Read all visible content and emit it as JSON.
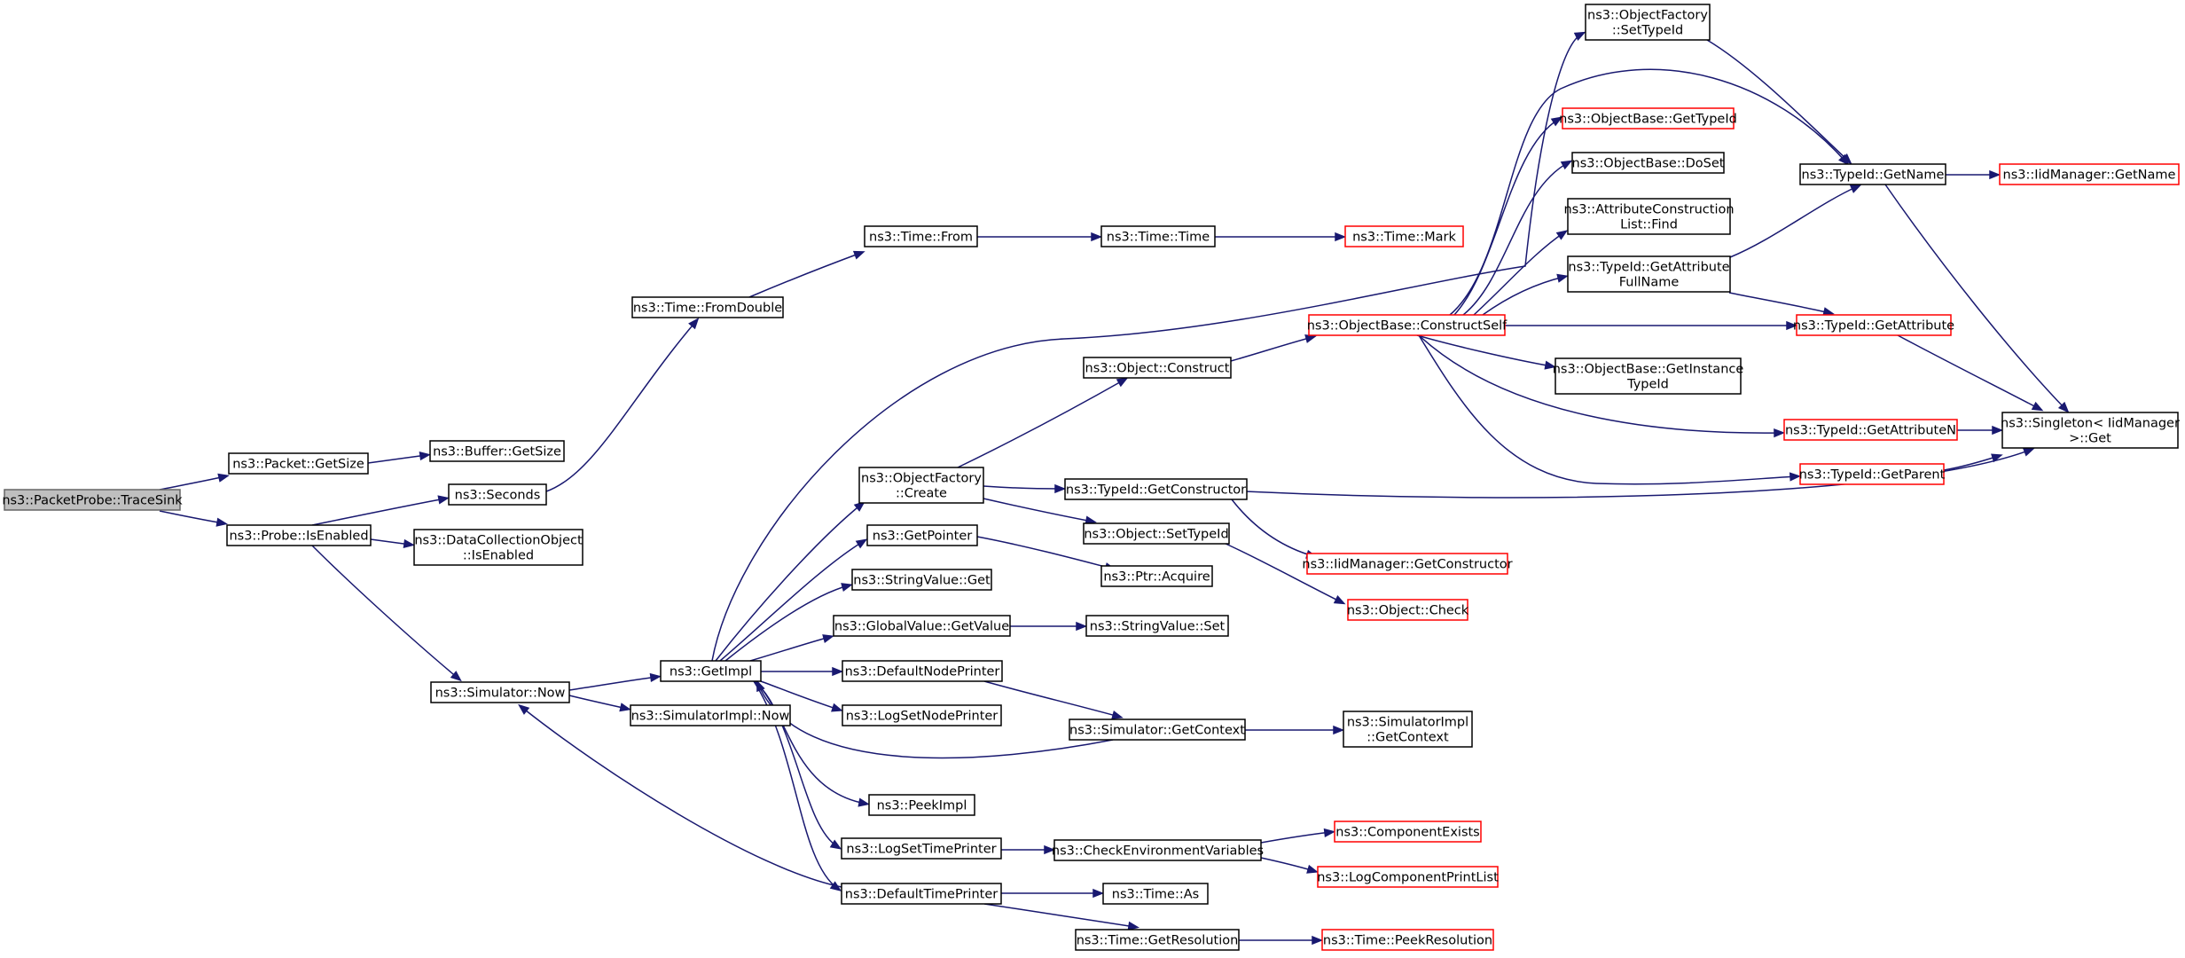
{
  "graph": {
    "nodes": [
      {
        "id": "n0",
        "lines": [
          "ns3::PacketProbe::TraceSink"
        ],
        "style": "root"
      },
      {
        "id": "n1",
        "lines": [
          "ns3::Packet::GetSize"
        ],
        "style": "normal"
      },
      {
        "id": "n2",
        "lines": [
          "ns3::Buffer::GetSize"
        ],
        "style": "normal"
      },
      {
        "id": "n3",
        "lines": [
          "ns3::Probe::IsEnabled"
        ],
        "style": "normal"
      },
      {
        "id": "n4",
        "lines": [
          "ns3::Seconds"
        ],
        "style": "normal"
      },
      {
        "id": "n5",
        "lines": [
          "ns3::DataCollectionObject",
          "::IsEnabled"
        ],
        "style": "normal"
      },
      {
        "id": "n6",
        "lines": [
          "ns3::Simulator::Now"
        ],
        "style": "normal"
      },
      {
        "id": "n7",
        "lines": [
          "ns3::Time::FromDouble"
        ],
        "style": "normal"
      },
      {
        "id": "n8",
        "lines": [
          "ns3::Time::From"
        ],
        "style": "normal"
      },
      {
        "id": "n9",
        "lines": [
          "ns3::Time::Time"
        ],
        "style": "normal"
      },
      {
        "id": "n10",
        "lines": [
          "ns3::Time::Mark"
        ],
        "style": "red"
      },
      {
        "id": "n11",
        "lines": [
          "ns3::GetImpl"
        ],
        "style": "normal"
      },
      {
        "id": "n12",
        "lines": [
          "ns3::SimulatorImpl::Now"
        ],
        "style": "normal"
      },
      {
        "id": "n13",
        "lines": [
          "ns3::ObjectFactory",
          "::Create"
        ],
        "style": "normal"
      },
      {
        "id": "n14",
        "lines": [
          "ns3::GetPointer"
        ],
        "style": "normal"
      },
      {
        "id": "n15",
        "lines": [
          "ns3::StringValue::Get"
        ],
        "style": "normal"
      },
      {
        "id": "n16",
        "lines": [
          "ns3::GlobalValue::GetValue"
        ],
        "style": "normal"
      },
      {
        "id": "n17",
        "lines": [
          "ns3::DefaultNodePrinter"
        ],
        "style": "normal"
      },
      {
        "id": "n18",
        "lines": [
          "ns3::LogSetNodePrinter"
        ],
        "style": "normal"
      },
      {
        "id": "n19",
        "lines": [
          "ns3::PeekImpl"
        ],
        "style": "normal"
      },
      {
        "id": "n20",
        "lines": [
          "ns3::LogSetTimePrinter"
        ],
        "style": "normal"
      },
      {
        "id": "n21",
        "lines": [
          "ns3::DefaultTimePrinter"
        ],
        "style": "normal"
      },
      {
        "id": "n22",
        "lines": [
          "ns3::Object::Construct"
        ],
        "style": "normal"
      },
      {
        "id": "n23",
        "lines": [
          "ns3::TypeId::GetConstructor"
        ],
        "style": "normal"
      },
      {
        "id": "n24",
        "lines": [
          "ns3::Object::SetTypeId"
        ],
        "style": "normal"
      },
      {
        "id": "n25",
        "lines": [
          "ns3::Ptr::Acquire"
        ],
        "style": "normal"
      },
      {
        "id": "n26",
        "lines": [
          "ns3::StringValue::Set"
        ],
        "style": "normal"
      },
      {
        "id": "n27",
        "lines": [
          "ns3::Simulator::GetContext"
        ],
        "style": "normal"
      },
      {
        "id": "n28",
        "lines": [
          "ns3::CheckEnvironmentVariables"
        ],
        "style": "normal"
      },
      {
        "id": "n29",
        "lines": [
          "ns3::Time::As"
        ],
        "style": "normal"
      },
      {
        "id": "n30",
        "lines": [
          "ns3::Time::GetResolution"
        ],
        "style": "normal"
      },
      {
        "id": "n31",
        "lines": [
          "ns3::ObjectBase::ConstructSelf"
        ],
        "style": "red"
      },
      {
        "id": "n32",
        "lines": [
          "ns3::IidManager::GetConstructor"
        ],
        "style": "red"
      },
      {
        "id": "n33",
        "lines": [
          "ns3::Object::Check"
        ],
        "style": "red"
      },
      {
        "id": "n34",
        "lines": [
          "ns3::SimulatorImpl",
          "::GetContext"
        ],
        "style": "normal"
      },
      {
        "id": "n35",
        "lines": [
          "ns3::ComponentExists"
        ],
        "style": "red"
      },
      {
        "id": "n36",
        "lines": [
          "ns3::LogComponentPrintList"
        ],
        "style": "red"
      },
      {
        "id": "n37",
        "lines": [
          "ns3::Time::PeekResolution"
        ],
        "style": "red"
      },
      {
        "id": "n38",
        "lines": [
          "ns3::ObjectFactory",
          "::SetTypeId"
        ],
        "style": "normal"
      },
      {
        "id": "n39",
        "lines": [
          "ns3::ObjectBase::GetTypeId"
        ],
        "style": "red"
      },
      {
        "id": "n40",
        "lines": [
          "ns3::ObjectBase::DoSet"
        ],
        "style": "normal"
      },
      {
        "id": "n41",
        "lines": [
          "ns3::AttributeConstruction",
          "List::Find"
        ],
        "style": "normal"
      },
      {
        "id": "n42",
        "lines": [
          "ns3::TypeId::GetAttribute",
          "FullName"
        ],
        "style": "normal"
      },
      {
        "id": "n43",
        "lines": [
          "ns3::ObjectBase::GetInstance",
          "TypeId"
        ],
        "style": "normal"
      },
      {
        "id": "n44",
        "lines": [
          "ns3::TypeId::GetName"
        ],
        "style": "normal"
      },
      {
        "id": "n45",
        "lines": [
          "ns3::TypeId::GetAttribute"
        ],
        "style": "red"
      },
      {
        "id": "n46",
        "lines": [
          "ns3::TypeId::GetAttributeN"
        ],
        "style": "red"
      },
      {
        "id": "n47",
        "lines": [
          "ns3::TypeId::GetParent"
        ],
        "style": "red"
      },
      {
        "id": "n48",
        "lines": [
          "ns3::IidManager::GetName"
        ],
        "style": "red"
      },
      {
        "id": "n49",
        "lines": [
          "ns3::Singleton< IidManager",
          " >::Get"
        ],
        "style": "normal"
      }
    ],
    "edges": [
      {
        "from": "n0",
        "to": "n1"
      },
      {
        "from": "n0",
        "to": "n3"
      },
      {
        "from": "n1",
        "to": "n2"
      },
      {
        "from": "n3",
        "to": "n4"
      },
      {
        "from": "n3",
        "to": "n5"
      },
      {
        "from": "n3",
        "to": "n6"
      },
      {
        "from": "n4",
        "to": "n7"
      },
      {
        "from": "n7",
        "to": "n8"
      },
      {
        "from": "n8",
        "to": "n9"
      },
      {
        "from": "n9",
        "to": "n10"
      },
      {
        "from": "n6",
        "to": "n11"
      },
      {
        "from": "n6",
        "to": "n12"
      },
      {
        "from": "n11",
        "to": "n13"
      },
      {
        "from": "n11",
        "to": "n14"
      },
      {
        "from": "n11",
        "to": "n15"
      },
      {
        "from": "n11",
        "to": "n16"
      },
      {
        "from": "n11",
        "to": "n17"
      },
      {
        "from": "n11",
        "to": "n18"
      },
      {
        "from": "n11",
        "to": "n19"
      },
      {
        "from": "n11",
        "to": "n20"
      },
      {
        "from": "n11",
        "to": "n21"
      },
      {
        "from": "n11",
        "to": "n38"
      },
      {
        "from": "n13",
        "to": "n22"
      },
      {
        "from": "n13",
        "to": "n23"
      },
      {
        "from": "n13",
        "to": "n24"
      },
      {
        "from": "n14",
        "to": "n25"
      },
      {
        "from": "n16",
        "to": "n26"
      },
      {
        "from": "n17",
        "to": "n27"
      },
      {
        "from": "n27",
        "to": "n11"
      },
      {
        "from": "n27",
        "to": "n34"
      },
      {
        "from": "n20",
        "to": "n28"
      },
      {
        "from": "n21",
        "to": "n6"
      },
      {
        "from": "n21",
        "to": "n29"
      },
      {
        "from": "n21",
        "to": "n30"
      },
      {
        "from": "n22",
        "to": "n31"
      },
      {
        "from": "n23",
        "to": "n32"
      },
      {
        "from": "n23",
        "to": "n49"
      },
      {
        "from": "n24",
        "to": "n33"
      },
      {
        "from": "n28",
        "to": "n35"
      },
      {
        "from": "n28",
        "to": "n36"
      },
      {
        "from": "n30",
        "to": "n37"
      },
      {
        "from": "n31",
        "to": "n39"
      },
      {
        "from": "n31",
        "to": "n40"
      },
      {
        "from": "n31",
        "to": "n41"
      },
      {
        "from": "n31",
        "to": "n42"
      },
      {
        "from": "n31",
        "to": "n43"
      },
      {
        "from": "n31",
        "to": "n44"
      },
      {
        "from": "n31",
        "to": "n45"
      },
      {
        "from": "n31",
        "to": "n46"
      },
      {
        "from": "n31",
        "to": "n47"
      },
      {
        "from": "n38",
        "to": "n44"
      },
      {
        "from": "n42",
        "to": "n44"
      },
      {
        "from": "n42",
        "to": "n45"
      },
      {
        "from": "n44",
        "to": "n48"
      },
      {
        "from": "n44",
        "to": "n49"
      },
      {
        "from": "n45",
        "to": "n49"
      },
      {
        "from": "n46",
        "to": "n49"
      },
      {
        "from": "n47",
        "to": "n49"
      }
    ]
  }
}
